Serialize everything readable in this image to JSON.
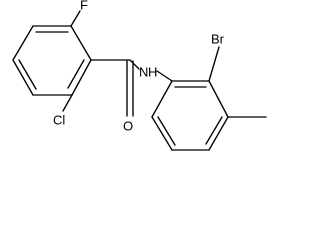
{
  "molecule": {
    "atoms": {
      "fluorine": "F",
      "amide_nitrogen": "N",
      "amide_hydrogen": "H",
      "amide_oxygen": "O",
      "chlorine": "Cl",
      "bromine": "Br"
    },
    "colors": {
      "bond": "#000000",
      "label": "#000000",
      "background": "#ffffff"
    }
  }
}
